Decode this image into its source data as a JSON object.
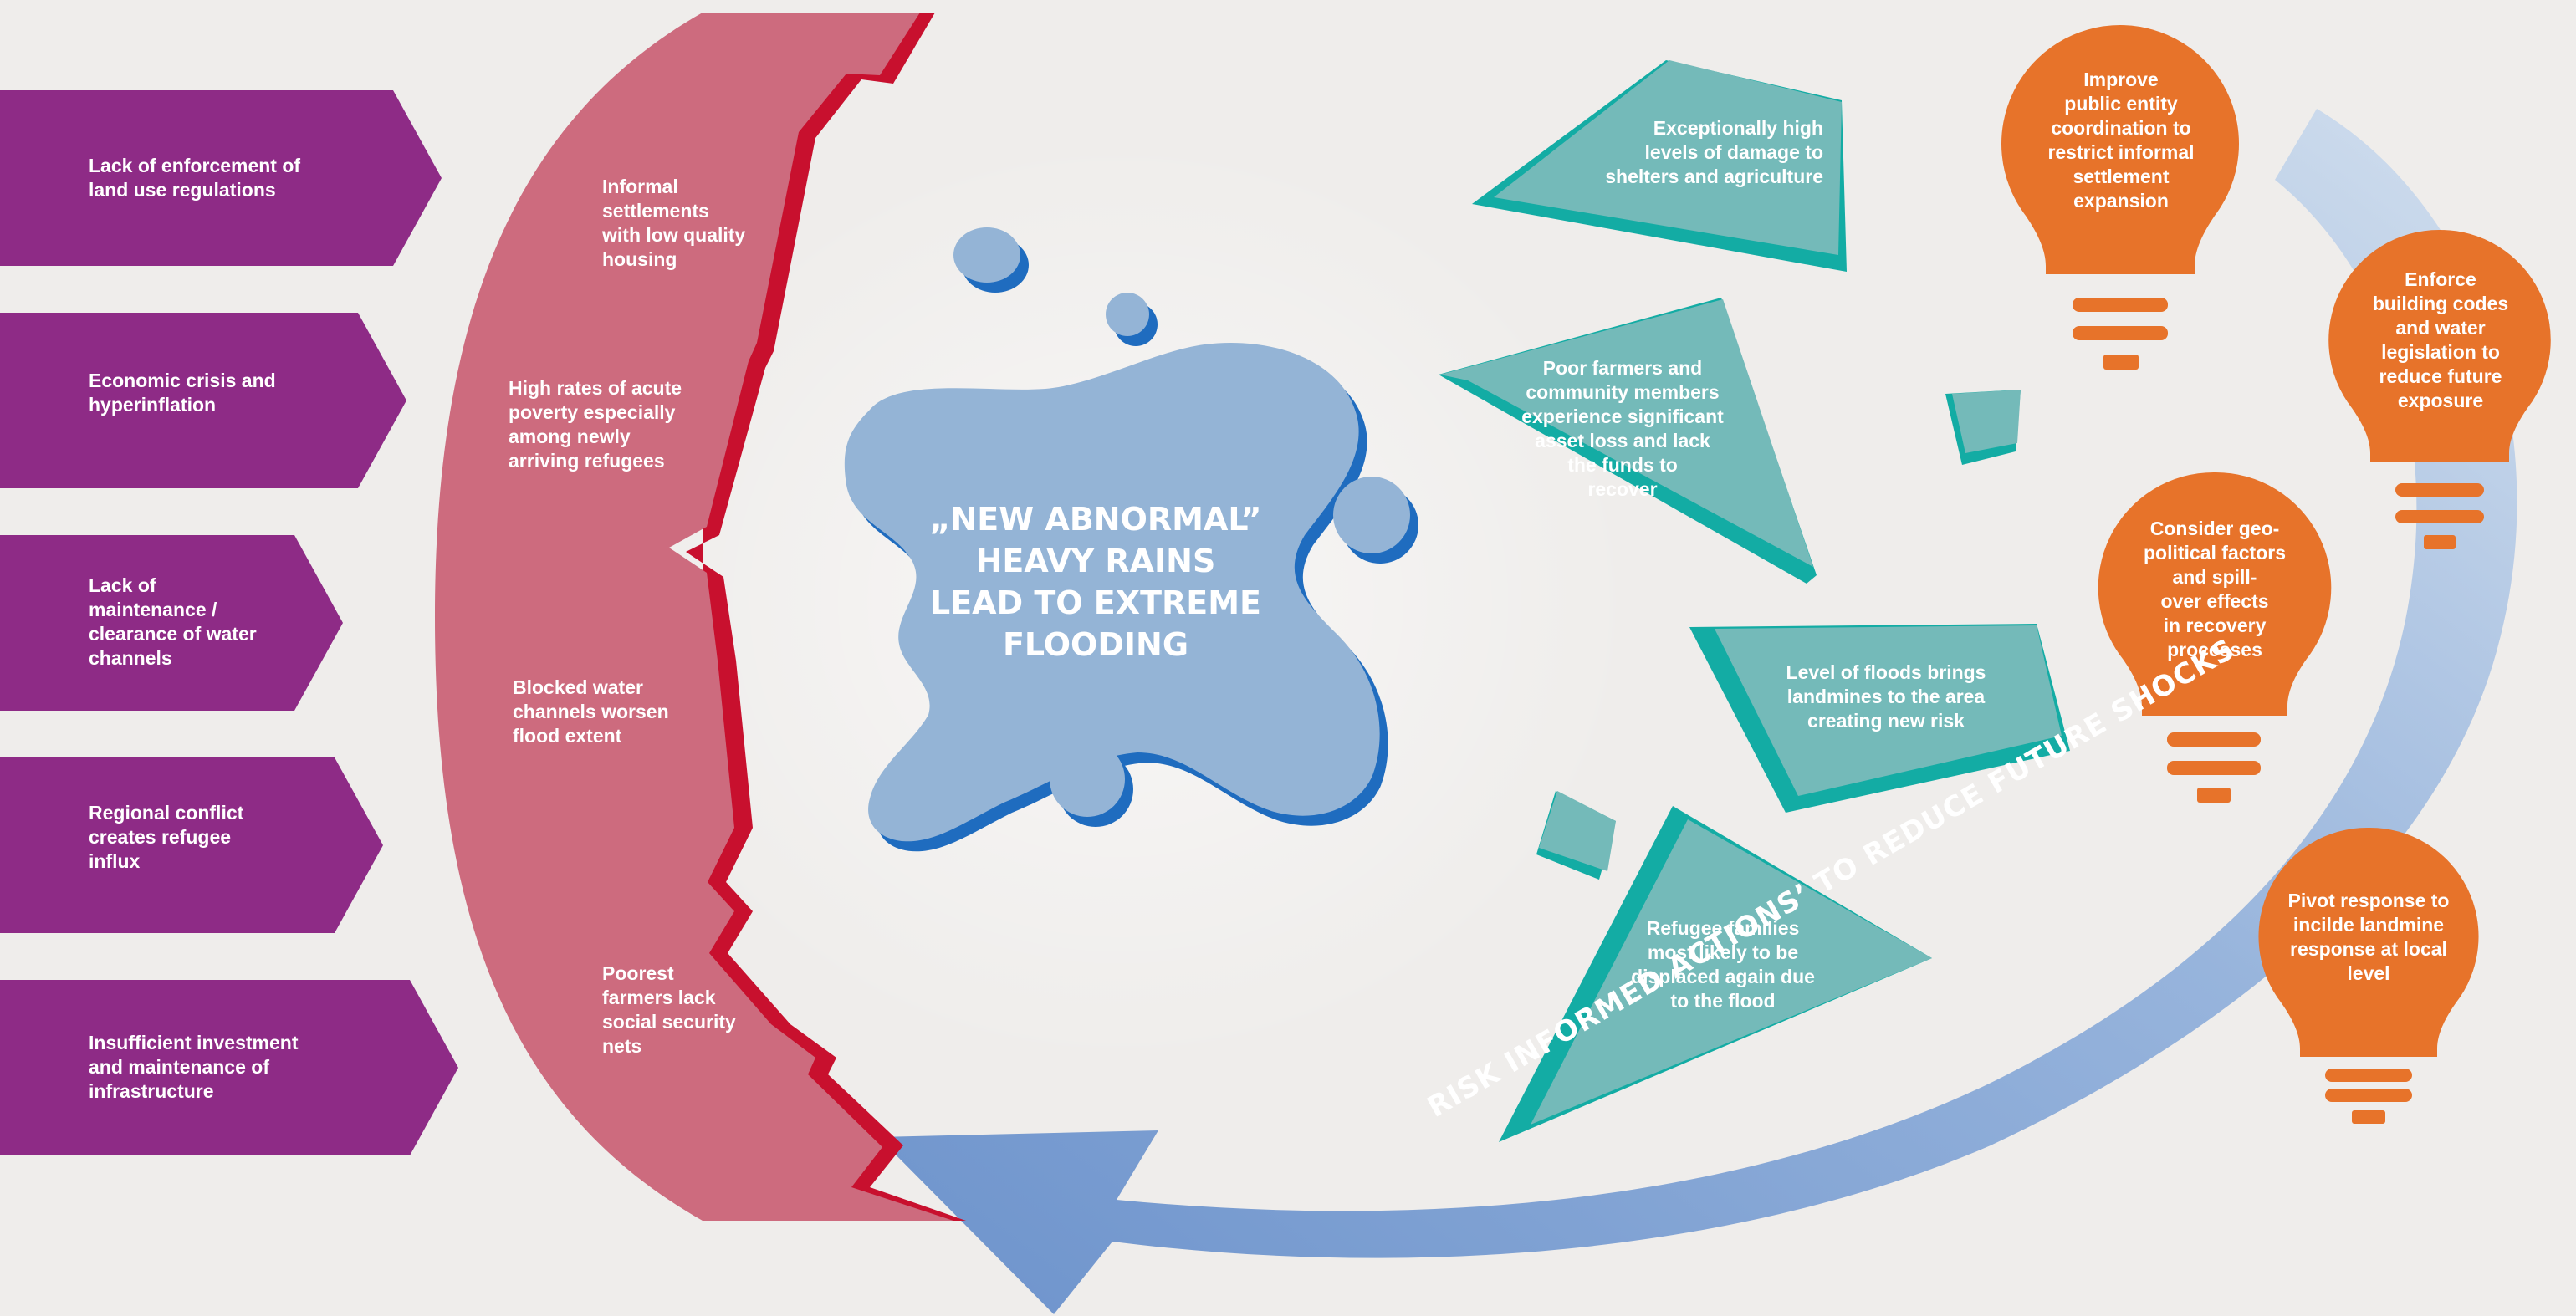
{
  "colors": {
    "background": "#efedeb",
    "cause_purple": "#8e2b86",
    "arc_red": "#cd6b7e",
    "arc_crack": "#c8102e",
    "water_blue": "#94b4d6",
    "water_shadow": "#1f6cbf",
    "shard_teal": "#74bab9",
    "shard_edge": "#13aca4",
    "bulb_orange": "#e7732a",
    "arrow_blue": "#7398ce"
  },
  "causes": [
    {
      "label": "Lack of enforcement of\nland use regulations"
    },
    {
      "label": "Economic crisis and\nhyperinflation"
    },
    {
      "label": "Lack of\nmaintenance /\nclearance of water\nchannels"
    },
    {
      "label": "Regional conflict\ncreates refugee\ninflux"
    },
    {
      "label": "Insufficient investment\nand maintenance of\ninfrastructure"
    }
  ],
  "vulnerabilities": [
    {
      "label": "Informal\nsettlements\nwith low quality\nhousing"
    },
    {
      "label": "High rates of acute\npoverty especially\namong newly\narriving refugees"
    },
    {
      "label": "Blocked water\nchannels worsen\nflood extent"
    },
    {
      "label": "Poorest\nfarmers lack\nsocial security\nnets"
    }
  ],
  "center": {
    "title": "„NEW ABNORMAL”\nHEAVY RAINS\nLEAD TO EXTREME\nFLOODING"
  },
  "impacts": [
    {
      "label": "Exceptionally high\nlevels of damage to\nshelters and agriculture"
    },
    {
      "label": "Poor farmers and\ncommunity members\nexperience significant\nasset loss and lack\nthe funds to\nrecover"
    },
    {
      "label": "Level of floods brings\nlandmines to the area\ncreating new risk"
    },
    {
      "label": "Refugee families\nmost likely to be\ndisplaced again due\nto the flood"
    }
  ],
  "actions": [
    {
      "label": "Improve\npublic entity\ncoordination to\nrestrict informal\nsettlement\nexpansion",
      "icon": "lightbulb-icon"
    },
    {
      "label": "Enforce\nbuilding codes\nand water\nlegislation to\nreduce future\nexposure",
      "icon": "lightbulb-icon"
    },
    {
      "label": "Consider geo-\npolitical factors\nand spill-\nover effects\nin recovery\nprocesses",
      "icon": "lightbulb-icon"
    },
    {
      "label": "Pivot response to\nincilde landmine\nresponse at local\nlevel",
      "icon": "lightbulb-icon"
    }
  ],
  "arrow": {
    "label": "RISK INFORMED ACTIONS’ TO REDUCE FUTURE SHOCKS"
  }
}
